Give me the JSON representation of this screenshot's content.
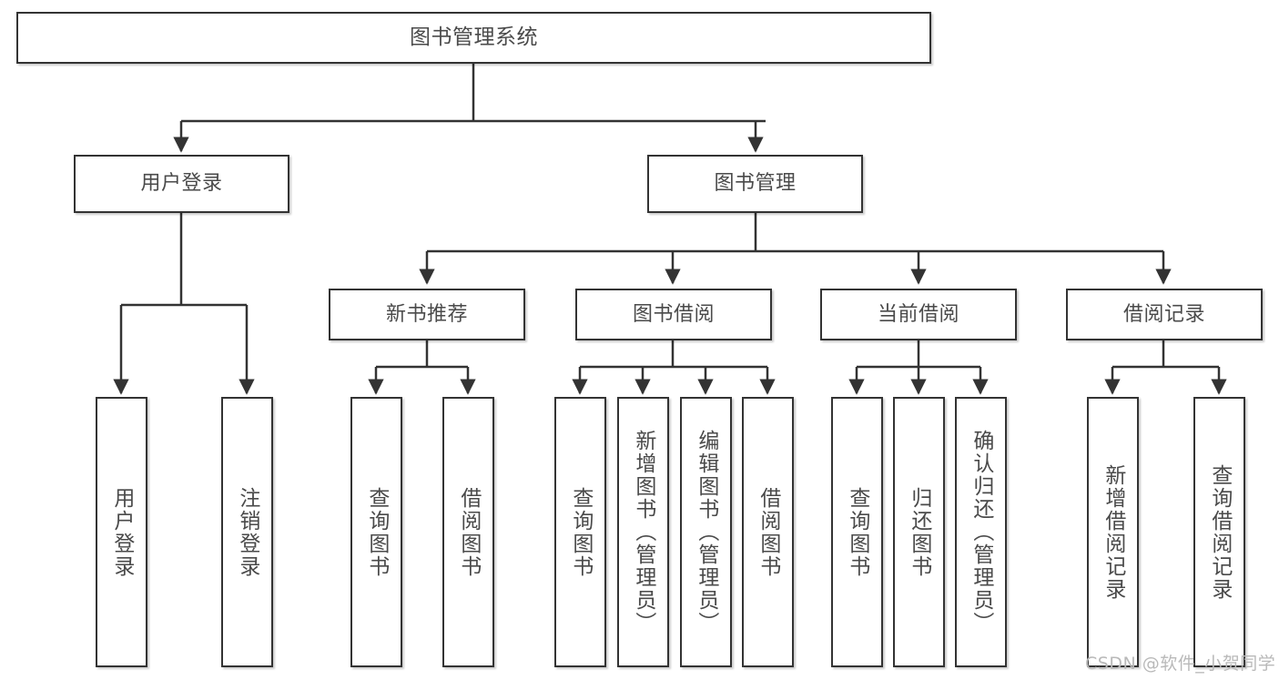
{
  "diagram": {
    "type": "tree-hierarchy",
    "title": "图书管理系统",
    "watermark": "CSDN @软件_小贺同学",
    "colors": {
      "border": "#333333",
      "text": "#4a4a4a",
      "background": "#ffffff",
      "watermark": "#b9b9b9"
    },
    "levels": {
      "root": {
        "label": "图书管理系统"
      },
      "level2": [
        {
          "label": "用户登录"
        },
        {
          "label": "图书管理"
        }
      ],
      "level3": [
        {
          "label": "新书推荐"
        },
        {
          "label": "图书借阅"
        },
        {
          "label": "当前借阅"
        },
        {
          "label": "借阅记录"
        }
      ],
      "leaves": {
        "user_login": [
          {
            "label": "用户登录"
          },
          {
            "label": "注销登录"
          }
        ],
        "new_book_recommend": [
          {
            "label": "查询图书"
          },
          {
            "label": "借阅图书"
          }
        ],
        "book_borrow": [
          {
            "label": "查询图书"
          },
          {
            "label": "新增图书（管理员）"
          },
          {
            "label": "编辑图书（管理员）"
          },
          {
            "label": "借阅图书"
          }
        ],
        "current_borrow": [
          {
            "label": "查询图书"
          },
          {
            "label": "归还图书"
          },
          {
            "label": "确认归还（管理员）"
          }
        ],
        "borrow_records": [
          {
            "label": "新增借阅记录"
          },
          {
            "label": "查询借阅记录"
          }
        ]
      }
    }
  }
}
